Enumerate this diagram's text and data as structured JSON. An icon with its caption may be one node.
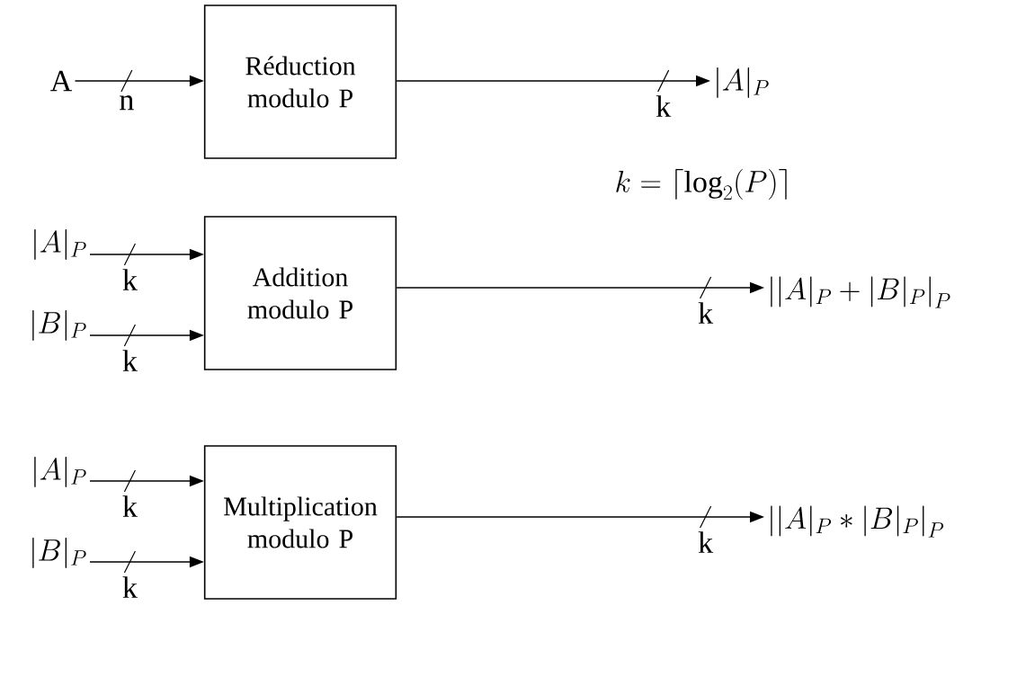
{
  "diagram": {
    "nodes": [
      {
        "text": [
          "A"
        ]
      },
      {
        "text": [
          "Réduction modulo P"
        ]
      },
      {
        "text": [
          "|A|_P"
        ]
      },
      {
        "text": [
          "|A|_P"
        ]
      },
      {
        "text": [
          "|B|_P"
        ]
      },
      {
        "text": [
          "Addition modulo P"
        ]
      },
      {
        "text": [
          "\\Big||A|_P+|B|_P\\Big|_P"
        ]
      },
      {
        "text": [
          "|A|_P"
        ]
      },
      {
        "text": [
          "|B|_P"
        ]
      },
      {
        "text": [
          "Multiplication modulo P"
        ]
      },
      {
        "text": [
          "\\Big||A|_P*|B|_P\\Big|_P"
        ]
      }
    ],
    "edges": [
      {
        "from": 0,
        "to": 1,
        "arrow": "to",
        "label": "n"
      },
      {
        "from": 1,
        "to": 2,
        "arrow": "to",
        "label": "k"
      },
      {
        "from": 3,
        "to": 5,
        "arrow": "to",
        "label": "k"
      },
      {
        "from": 4,
        "to": 5,
        "arrow": "to",
        "label": "k"
      },
      {
        "from": 5,
        "to": 6,
        "arrow": "to",
        "label": "k"
      },
      {
        "from": 7,
        "to": 9,
        "arrow": "to",
        "label": "k"
      },
      {
        "from": 8,
        "to": 9,
        "arrow": "to",
        "label": "k"
      },
      {
        "from": 9,
        "to": 10,
        "arrow": "to",
        "label": "k"
      }
    ],
    "labels": [
      "k=\\lceil\\log_2(P)\\rceil"
    ]
  }
}
